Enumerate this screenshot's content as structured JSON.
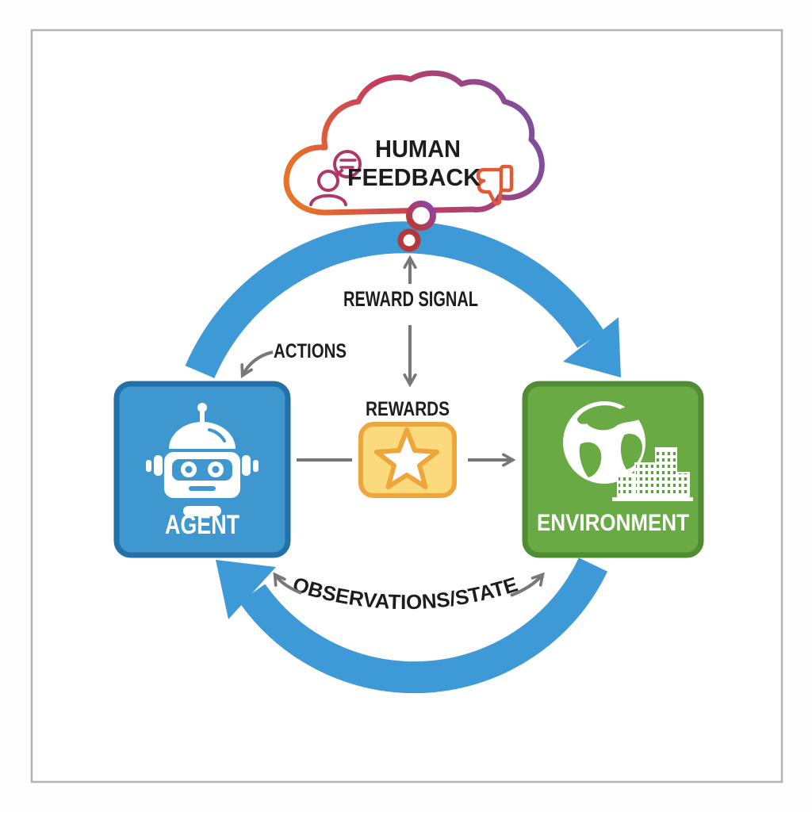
{
  "diagram": {
    "cloud": {
      "title_line1": "HUMAN",
      "title_line2": "FEEDBACK",
      "icons": [
        "person-feedback-icon",
        "thumbs-down-icon"
      ],
      "gradient": [
        "#e87227",
        "#c63a5e",
        "#7b4fa0"
      ]
    },
    "labels": {
      "reward_signal": "REWARD SIGNAL",
      "actions": "ACTIONS",
      "rewards": "REWARDS",
      "observations_state": "OBSERVATIONS/STATE"
    },
    "nodes": {
      "agent": {
        "label": "AGENT",
        "icon": "robot-icon",
        "fill": "#3e97ce",
        "border": "#2471a8"
      },
      "environment": {
        "label": "ENVIRONMENT",
        "icon": "globe-city-icon",
        "fill": "#6aaa45",
        "border": "#4f8c32"
      },
      "rewards": {
        "icon": "star-icon",
        "fill": "#fbd97d",
        "border": "#f0a43c"
      }
    },
    "colors": {
      "loop_arrow": "#3e9ad7",
      "annotation_arrow": "#777777",
      "label_text": "#1d1d1d",
      "frame_border": "#b3b3b3",
      "person_icon": "#b03568",
      "thumbs_icon": "#df5b33"
    }
  }
}
